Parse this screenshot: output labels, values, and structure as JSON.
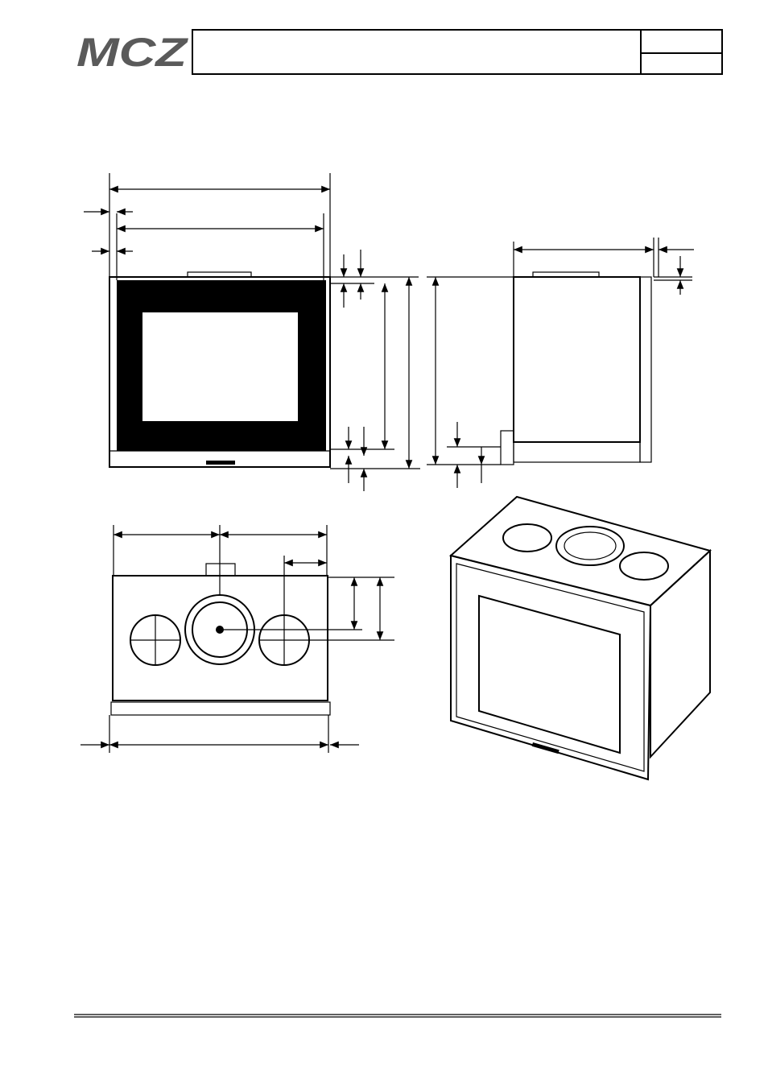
{
  "header": {
    "logo_text": "MCZ",
    "logo_color": "#5a5a5a"
  },
  "drawing": {
    "views": [
      "front-view",
      "side-view",
      "top-view",
      "isometric-view"
    ]
  }
}
